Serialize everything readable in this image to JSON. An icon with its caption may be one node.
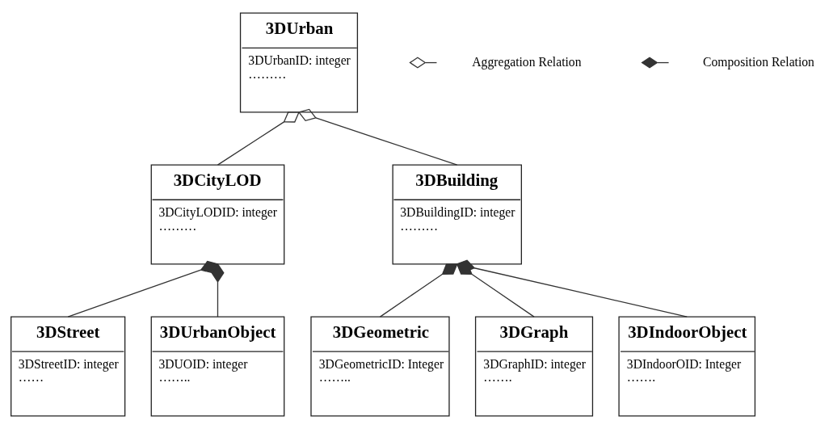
{
  "diagram": {
    "nodes": [
      {
        "text": [
          "3DUrban",
          "3DUrbanID: integer",
          "………"
        ]
      },
      {
        "text": [
          "3DCityLOD",
          "3DCityLODID: integer",
          "………"
        ]
      },
      {
        "text": [
          "3DBuilding",
          "3DBuildingID: integer",
          "………"
        ]
      },
      {
        "text": [
          "3DStreet",
          "3DStreetID: integer",
          "……"
        ]
      },
      {
        "text": [
          "3DUrbanObject",
          "3DUOID: integer",
          "…….."
        ]
      },
      {
        "text": [
          "3DGeometric",
          "3DGeometricID: Integer",
          "…….."
        ]
      },
      {
        "text": [
          "3DGraph",
          "3DGraphID: integer",
          "……."
        ]
      },
      {
        "text": [
          "3DIndoorObject",
          "3DIndoorOID: Integer",
          "……."
        ]
      }
    ],
    "edges": [
      {
        "from": 0,
        "to": 1,
        "arrow": "other"
      },
      {
        "from": 0,
        "to": 2,
        "arrow": "other"
      },
      {
        "from": 1,
        "to": 3,
        "arrow": "other"
      },
      {
        "from": 1,
        "to": 4,
        "arrow": "other"
      },
      {
        "from": 2,
        "to": 5,
        "arrow": "other"
      },
      {
        "from": 2,
        "to": 6,
        "arrow": "other"
      },
      {
        "from": 2,
        "to": 7,
        "arrow": "other"
      }
    ],
    "legend": [
      {
        "text": "Aggregation Relation"
      },
      {
        "text": "Composition Relation"
      }
    ]
  }
}
